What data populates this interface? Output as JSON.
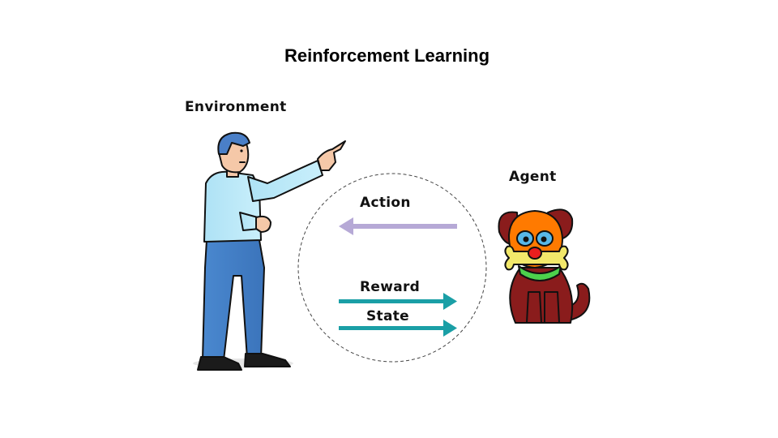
{
  "title": "Reinforcement Learning",
  "labels": {
    "environment": "Environment",
    "agent": "Agent",
    "action": "Action",
    "reward": "Reward",
    "state": "State"
  },
  "colors": {
    "action_arrow": "#b6a9d6",
    "reward_arrow": "#1a9fa6",
    "state_arrow": "#1a9fa6",
    "cycle_circle": "#444444"
  },
  "icons": {
    "environment": "person-pointing-figure",
    "agent": "cartoon-dog-with-bone"
  }
}
